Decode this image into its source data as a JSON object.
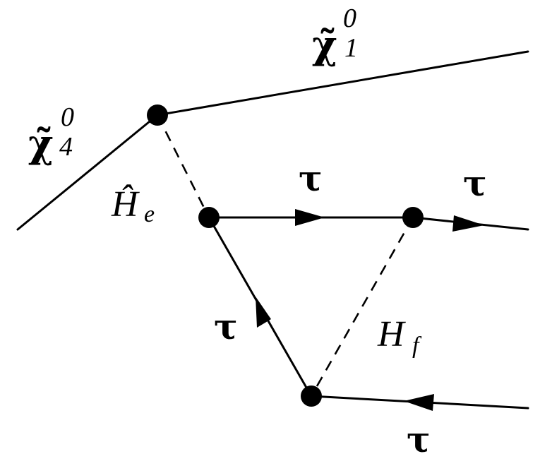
{
  "labels": {
    "chi1_base": "χ̃",
    "chi1_sup": "0",
    "chi1_sub": "1",
    "chi4_base": "χ̃",
    "chi4_sup": "0",
    "chi4_sub": "4",
    "he_base": "Ĥ",
    "he_sub": "e",
    "hf_base": "H",
    "hf_sub": "f",
    "tau_top": "τ",
    "tau_right": "τ",
    "tau_left": "τ",
    "tau_bottom": "τ"
  }
}
